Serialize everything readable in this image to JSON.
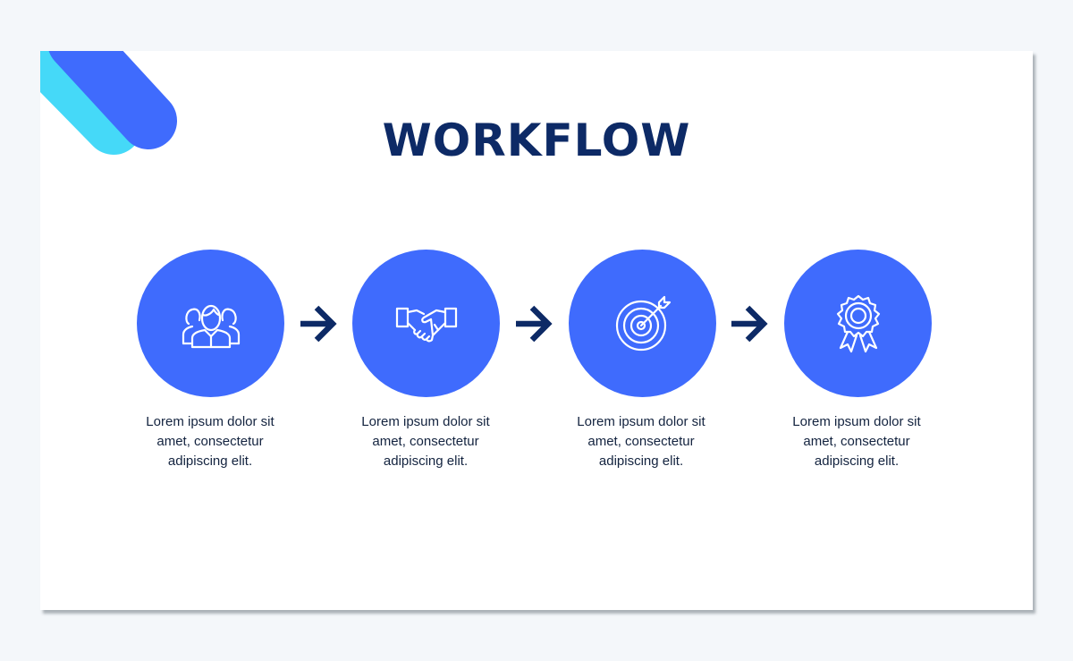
{
  "slide": {
    "title": "WORKFLOW"
  },
  "colors": {
    "accent": "#3f6bfd",
    "accent_light": "#45d9f8",
    "title": "#0d2a66",
    "arrow": "#0d2a66"
  },
  "steps": [
    {
      "icon": "team-icon",
      "text": "Lorem ipsum dolor sit amet, consectetur adipiscing elit."
    },
    {
      "icon": "handshake-icon",
      "text": "Lorem ipsum dolor sit amet, consectetur adipiscing elit."
    },
    {
      "icon": "target-icon",
      "text": "Lorem ipsum dolor sit amet, consectetur adipiscing elit."
    },
    {
      "icon": "award-badge-icon",
      "text": "Lorem ipsum dolor sit amet, consectetur adipiscing elit."
    }
  ]
}
